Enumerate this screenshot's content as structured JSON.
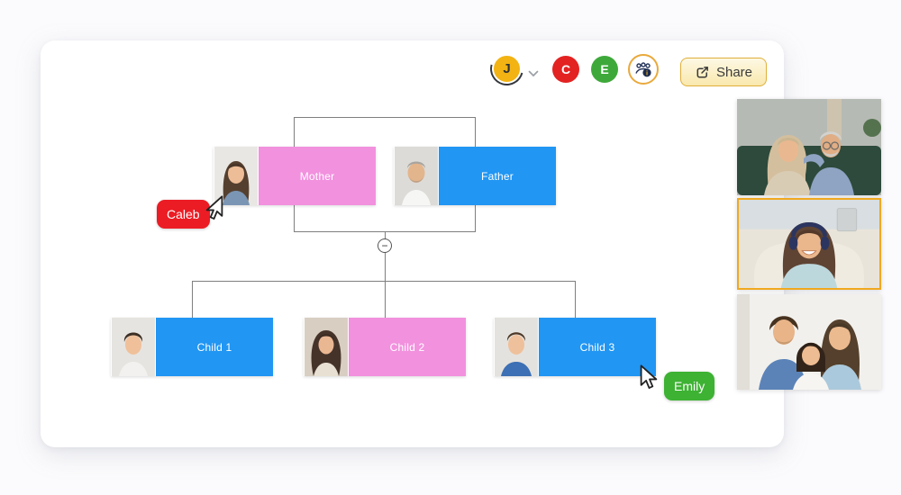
{
  "app": {
    "background": "#fbfbfd",
    "card_background": "#ffffff"
  },
  "toolbar": {
    "user": {
      "initial": "J",
      "color": "#f2b313",
      "text_color": "#2f3136"
    },
    "chevron_icon": "chevron-down-icon",
    "collaborators": [
      {
        "initial": "C",
        "color": "#e32222"
      },
      {
        "initial": "E",
        "color": "#3ea93a"
      }
    ],
    "people_info_icon": "people-info-icon",
    "share": {
      "label": "Share",
      "icon": "share-icon",
      "border_color": "#dfaf3a",
      "background": "#fcf3d2",
      "text_color": "#3a3a3a"
    }
  },
  "tree": {
    "parents": [
      {
        "label": "Mother",
        "color": "#f291de"
      },
      {
        "label": "Father",
        "color": "#2196f3"
      }
    ],
    "children": [
      {
        "label": "Child 1",
        "color": "#2196f3"
      },
      {
        "label": "Child 2",
        "color": "#f291de"
      },
      {
        "label": "Child 3",
        "color": "#2196f3"
      }
    ],
    "collapse_glyph": "−",
    "line_color": "#7f7f7f",
    "label_text_color": "#ffffff"
  },
  "cursors": [
    {
      "name": "Caleb",
      "color": "#ec1c24"
    },
    {
      "name": "Emily",
      "color": "#3db233"
    }
  ],
  "video_call": {
    "active_border_color": "#f0a81f",
    "participants": [
      {
        "id": "grandparents",
        "active": false
      },
      {
        "id": "woman-with-headset",
        "active": true
      },
      {
        "id": "family",
        "active": false
      }
    ]
  }
}
